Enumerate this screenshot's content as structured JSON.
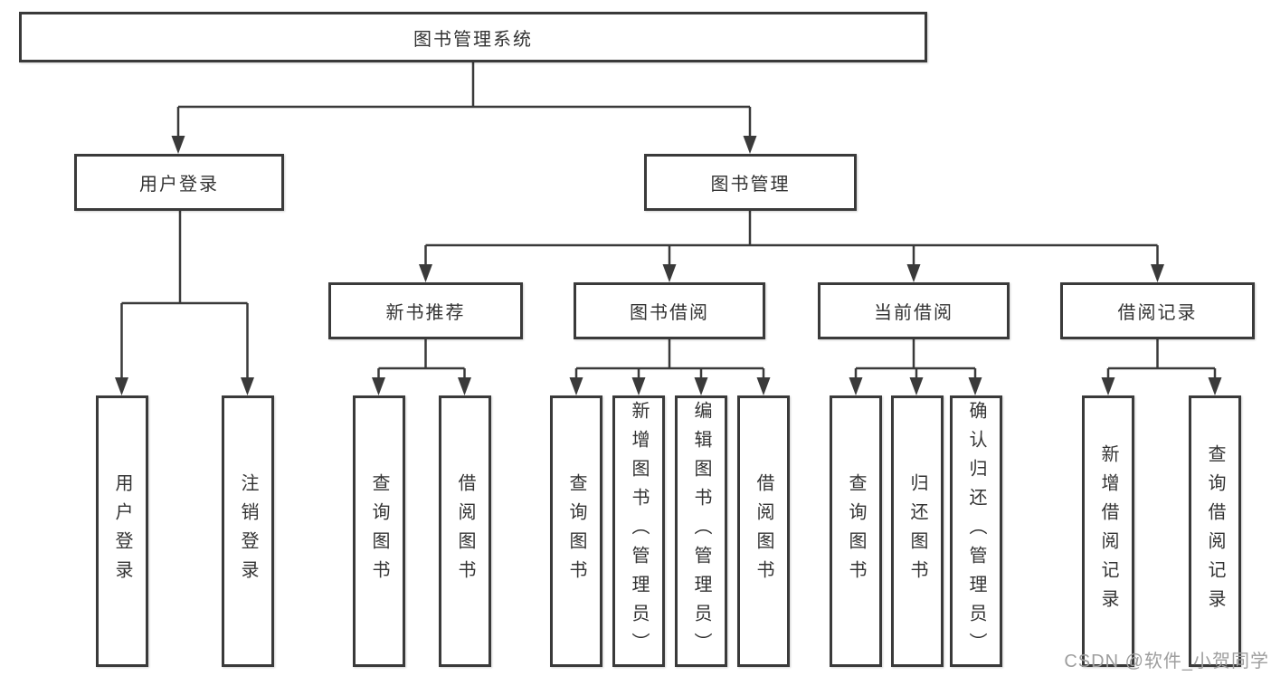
{
  "diagram": {
    "title": "图书管理系统",
    "level2": {
      "user_login": "用户登录",
      "book_mgmt": "图书管理"
    },
    "level3": {
      "new_books": "新书推荐",
      "book_borrow": "图书借阅",
      "current_borrow": "当前借阅",
      "borrow_records": "借阅记录"
    },
    "leaves": {
      "user_login": [
        "用户登录",
        "注销登录"
      ],
      "new_books": [
        "查询图书",
        "借阅图书"
      ],
      "book_borrow": [
        "查询图书",
        "新增图书（管理员）",
        "编辑图书（管理员）",
        "借阅图书"
      ],
      "current_borrow": [
        "查询图书",
        "归还图书",
        "确认归还（管理员）"
      ],
      "borrow_records": [
        "新增借阅记录",
        "查询借阅记录"
      ]
    }
  },
  "watermark": "CSDN @软件_小贺同学",
  "colors": {
    "line": "#3a3a3a",
    "text": "#333333",
    "watermark": "#9e9e9e",
    "background": "#ffffff"
  }
}
